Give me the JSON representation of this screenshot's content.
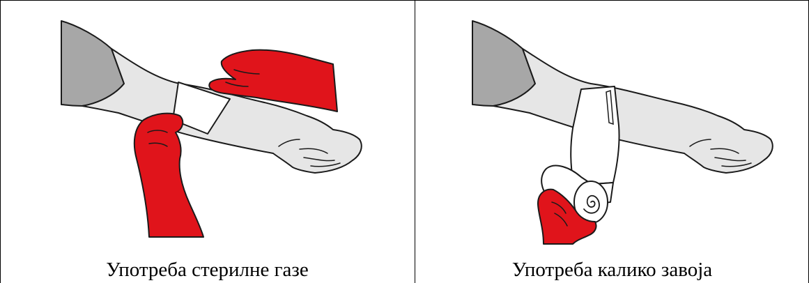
{
  "panels": [
    {
      "caption": "Употреба стерилне газе",
      "illustration": "sterile-gauze-application"
    },
    {
      "caption": "Употреба калико завоја",
      "illustration": "calico-bandage-application"
    }
  ],
  "colors": {
    "glove": "#e0141b",
    "sleeve": "#a7a7a7",
    "skin": "#e6e6e6",
    "outline": "#1a1a1a",
    "gauze": "#ffffff",
    "bandage": "#ffffff"
  }
}
